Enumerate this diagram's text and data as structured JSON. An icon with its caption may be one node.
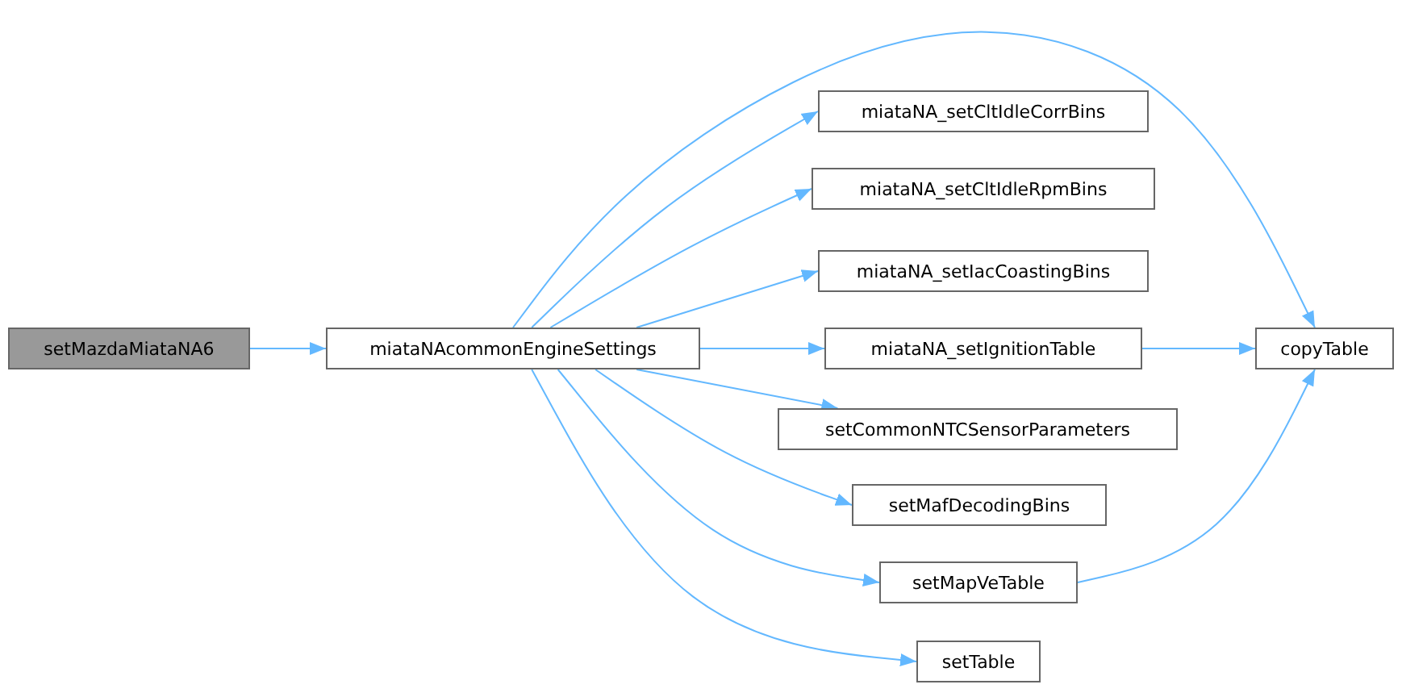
{
  "diagram": {
    "nodes": [
      {
        "text": [
          "setMazdaMiataNA6"
        ]
      },
      {
        "text": [
          "miataNAcommonEngineSettings"
        ]
      },
      {
        "text": [
          "miataNA_setCltIdleCorrBins"
        ]
      },
      {
        "text": [
          "miataNA_setCltIdleRpmBins"
        ]
      },
      {
        "text": [
          "miataNA_setIacCoastingBins"
        ]
      },
      {
        "text": [
          "miataNA_setIgnitionTable"
        ]
      },
      {
        "text": [
          "setCommonNTCSensorParameters"
        ]
      },
      {
        "text": [
          "setMafDecodingBins"
        ]
      },
      {
        "text": [
          "setMapVeTable"
        ]
      },
      {
        "text": [
          "setTable"
        ]
      },
      {
        "text": [
          "copyTable"
        ]
      }
    ],
    "edges": [
      {
        "from": 0,
        "to": 1,
        "arrow": "to"
      },
      {
        "from": 1,
        "to": 10,
        "arrow": "to"
      },
      {
        "from": 1,
        "to": 2,
        "arrow": "to"
      },
      {
        "from": 1,
        "to": 3,
        "arrow": "to"
      },
      {
        "from": 1,
        "to": 4,
        "arrow": "to"
      },
      {
        "from": 1,
        "to": 5,
        "arrow": "to"
      },
      {
        "from": 1,
        "to": 6,
        "arrow": "to"
      },
      {
        "from": 1,
        "to": 7,
        "arrow": "to"
      },
      {
        "from": 1,
        "to": 8,
        "arrow": "to"
      },
      {
        "from": 1,
        "to": 9,
        "arrow": "to"
      },
      {
        "from": 5,
        "to": 10,
        "arrow": "to"
      },
      {
        "from": 8,
        "to": 10,
        "arrow": "to"
      }
    ]
  }
}
